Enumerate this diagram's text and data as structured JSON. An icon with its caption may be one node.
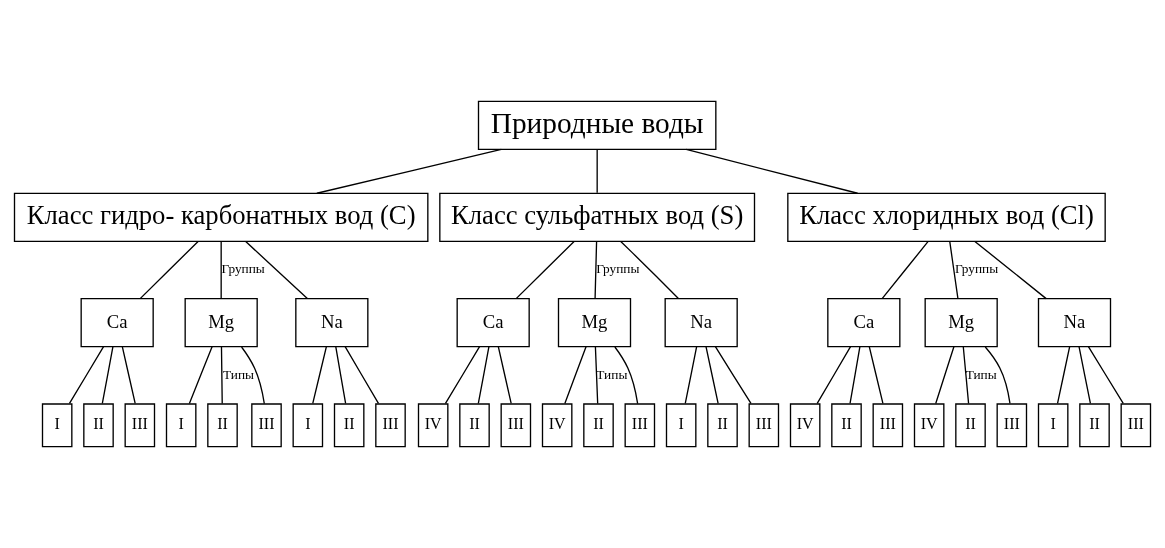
{
  "diagram": {
    "nodes": [
      {
        "text": [
          "Природные воды"
        ]
      },
      {
        "text": [
          "Класс гидро- карбонатных вод (C)"
        ]
      },
      {
        "text": [
          "Класс сульфатных вод (S)"
        ]
      },
      {
        "text": [
          "Класс хлоридных вод (Cl)"
        ]
      },
      {
        "text": [
          "Ca"
        ]
      },
      {
        "text": [
          "Mg"
        ]
      },
      {
        "text": [
          "Na"
        ]
      },
      {
        "text": [
          "Ca"
        ]
      },
      {
        "text": [
          "Mg"
        ]
      },
      {
        "text": [
          "Na"
        ]
      },
      {
        "text": [
          "Ca"
        ]
      },
      {
        "text": [
          "Mg"
        ]
      },
      {
        "text": [
          "Na"
        ]
      },
      {
        "text": [
          "I"
        ]
      },
      {
        "text": [
          "III"
        ]
      },
      {
        "text": [
          "II"
        ]
      },
      {
        "text": [
          "I"
        ]
      },
      {
        "text": [
          "III"
        ]
      },
      {
        "text": [
          "II"
        ]
      },
      {
        "text": [
          "I"
        ]
      },
      {
        "text": [
          "III"
        ]
      },
      {
        "text": [
          "II"
        ]
      },
      {
        "text": [
          "IV"
        ]
      },
      {
        "text": [
          "III"
        ]
      },
      {
        "text": [
          "II"
        ]
      },
      {
        "text": [
          "IV"
        ]
      },
      {
        "text": [
          "III"
        ]
      },
      {
        "text": [
          "II"
        ]
      },
      {
        "text": [
          "I"
        ]
      },
      {
        "text": [
          "III"
        ]
      },
      {
        "text": [
          "II"
        ]
      },
      {
        "text": [
          "IV"
        ]
      },
      {
        "text": [
          "III"
        ]
      },
      {
        "text": [
          "II"
        ]
      },
      {
        "text": [
          "IV"
        ]
      },
      {
        "text": [
          "III"
        ]
      },
      {
        "text": [
          "II"
        ]
      },
      {
        "text": [
          "I"
        ]
      },
      {
        "text": [
          "III"
        ]
      },
      {
        "text": [
          "II"
        ]
      }
    ],
    "edges": [
      {
        "from": 0,
        "to": 1,
        "arrow": "none"
      },
      {
        "from": 0,
        "to": 2,
        "arrow": "none"
      },
      {
        "from": 0,
        "to": 3,
        "arrow": "none"
      },
      {
        "from": 1,
        "to": 4,
        "arrow": "none"
      },
      {
        "from": 1,
        "to": 5,
        "arrow": "none",
        "label": "Группы"
      },
      {
        "from": 1,
        "to": 6,
        "arrow": "none"
      },
      {
        "from": 2,
        "to": 7,
        "arrow": "none"
      },
      {
        "from": 2,
        "to": 8,
        "arrow": "none",
        "label": "Группы"
      },
      {
        "from": 2,
        "to": 9,
        "arrow": "none"
      },
      {
        "from": 3,
        "to": 10,
        "arrow": "none"
      },
      {
        "from": 3,
        "to": 11,
        "arrow": "none",
        "label": "Группы"
      },
      {
        "from": 3,
        "to": 12,
        "arrow": "none"
      },
      {
        "from": 4,
        "to": 13,
        "arrow": "none"
      },
      {
        "from": 4,
        "to": 15,
        "arrow": "none"
      },
      {
        "from": 4,
        "to": 14,
        "arrow": "none"
      },
      {
        "from": 5,
        "to": 16,
        "arrow": "none"
      },
      {
        "from": 5,
        "to": 18,
        "arrow": "none",
        "label": "Типы"
      },
      {
        "from": 5,
        "to": 17,
        "arrow": "none"
      },
      {
        "from": 6,
        "to": 19,
        "arrow": "none"
      },
      {
        "from": 6,
        "to": 21,
        "arrow": "none"
      },
      {
        "from": 6,
        "to": 20,
        "arrow": "none"
      },
      {
        "from": 7,
        "to": 22,
        "arrow": "none"
      },
      {
        "from": 7,
        "to": 24,
        "arrow": "none"
      },
      {
        "from": 7,
        "to": 23,
        "arrow": "none"
      },
      {
        "from": 8,
        "to": 25,
        "arrow": "none"
      },
      {
        "from": 8,
        "to": 27,
        "arrow": "none",
        "label": "Типы"
      },
      {
        "from": 8,
        "to": 26,
        "arrow": "none"
      },
      {
        "from": 9,
        "to": 28,
        "arrow": "none"
      },
      {
        "from": 9,
        "to": 30,
        "arrow": "none"
      },
      {
        "from": 9,
        "to": 29,
        "arrow": "none"
      },
      {
        "from": 10,
        "to": 31,
        "arrow": "none"
      },
      {
        "from": 10,
        "to": 33,
        "arrow": "none"
      },
      {
        "from": 10,
        "to": 32,
        "arrow": "none"
      },
      {
        "from": 11,
        "to": 34,
        "arrow": "none"
      },
      {
        "from": 11,
        "to": 36,
        "arrow": "none",
        "label": "Типы"
      },
      {
        "from": 11,
        "to": 35,
        "arrow": "none"
      },
      {
        "from": 12,
        "to": 37,
        "arrow": "none"
      },
      {
        "from": 12,
        "to": 39,
        "arrow": "none"
      },
      {
        "from": 12,
        "to": 38,
        "arrow": "none"
      }
    ]
  }
}
